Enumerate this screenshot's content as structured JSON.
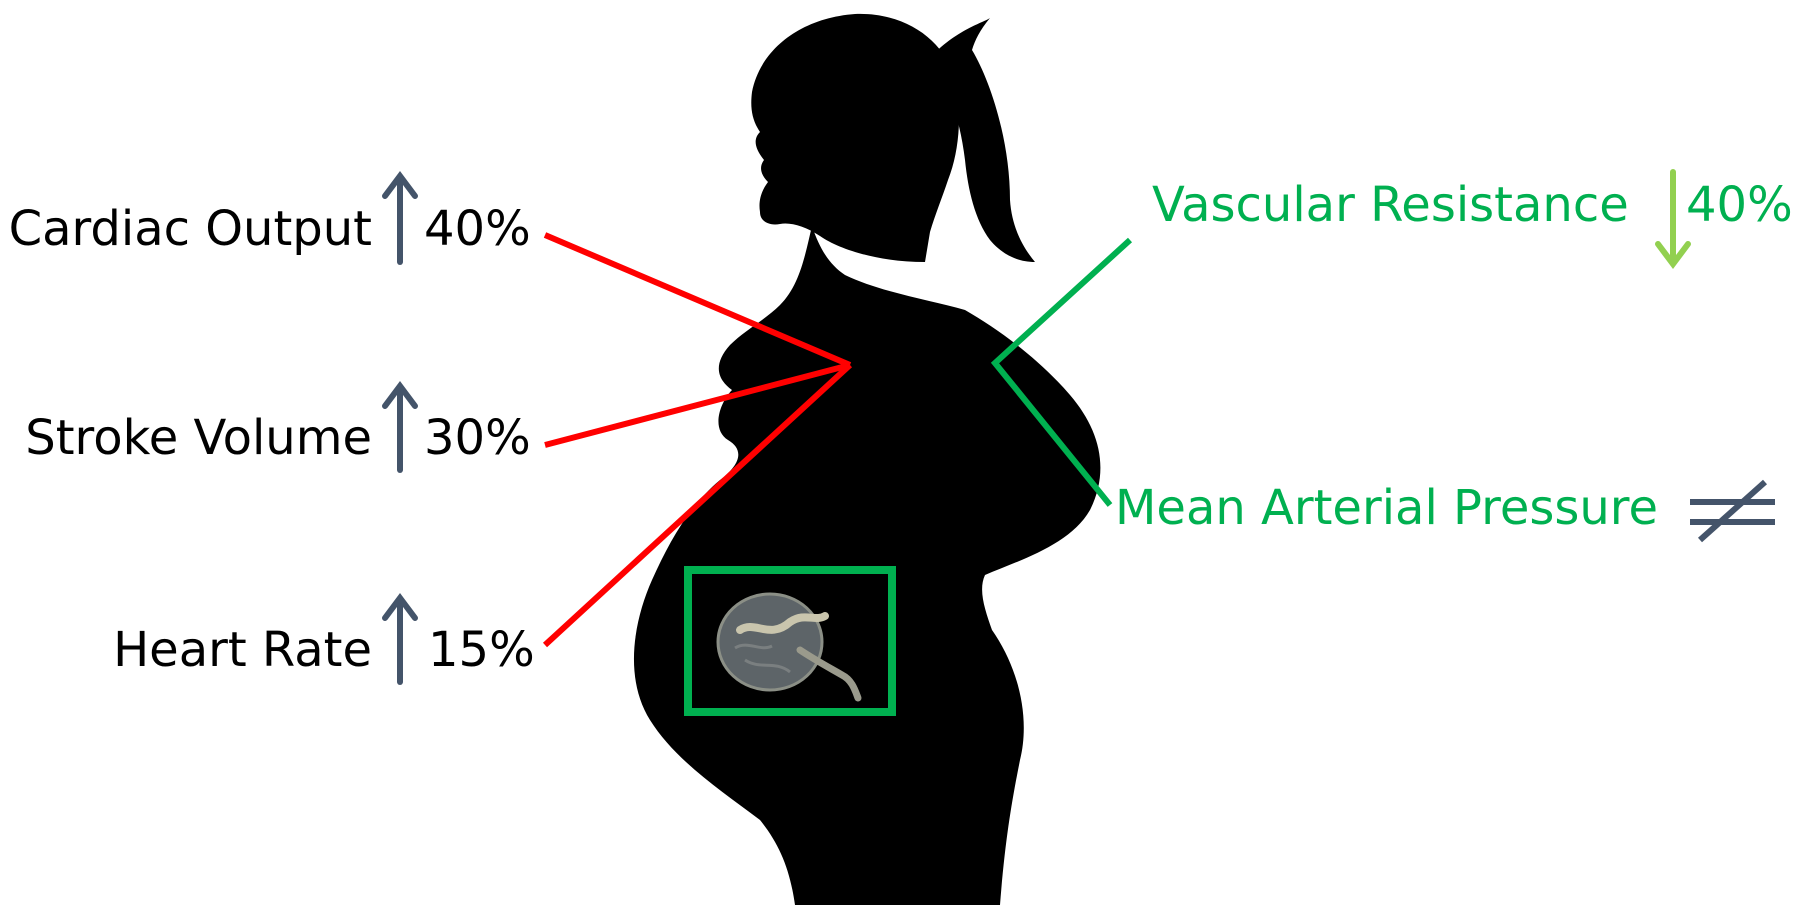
{
  "colors": {
    "silhouette": "#000000",
    "left_connector": "#ff0000",
    "right_connector": "#00b050",
    "up_arrow": "#44546a",
    "down_arrow": "#92d050",
    "not_equal_sign": "#44546a",
    "placenta_frame": "#00b050",
    "left_text": "#000000",
    "right_text": "#00b050"
  },
  "left_parameters": [
    {
      "label": "Cardiac Output",
      "change": "40%",
      "direction": "up",
      "icon": "up-arrow-icon"
    },
    {
      "label": "Stroke Volume",
      "change": "30%",
      "direction": "up",
      "icon": "up-arrow-icon"
    },
    {
      "label": "Heart Rate",
      "change": "15%",
      "direction": "up",
      "icon": "up-arrow-icon"
    }
  ],
  "right_parameters": [
    {
      "label": "Vascular Resistance",
      "change": "40%",
      "direction": "down",
      "icon": "down-arrow-icon"
    },
    {
      "label": "Mean Arterial Pressure",
      "change": "",
      "direction": "not-equal",
      "icon": "not-equal-icon"
    }
  ],
  "figure": {
    "silhouette": "pregnant-woman-silhouette",
    "inset": "placenta-photo"
  }
}
